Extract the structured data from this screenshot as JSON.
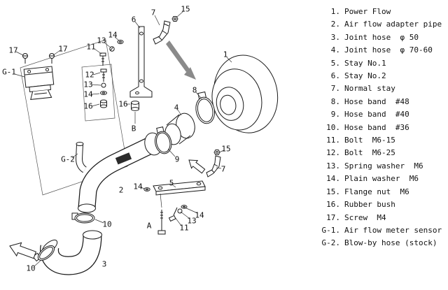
{
  "parts_list": {
    "items": [
      {
        "num": "1.",
        "label": "Power Flow"
      },
      {
        "num": "2.",
        "label": "Air flow adapter pipe"
      },
      {
        "num": "3.",
        "label": "Joint hose  φ 50"
      },
      {
        "num": "4.",
        "label": "Joint hose  φ 70-60"
      },
      {
        "num": "5.",
        "label": "Stay No.1"
      },
      {
        "num": "6.",
        "label": "Stay No.2"
      },
      {
        "num": "7.",
        "label": "Normal stay"
      },
      {
        "num": "8.",
        "label": "Hose band  #48"
      },
      {
        "num": "9.",
        "label": "Hose band  #40"
      },
      {
        "num": "10.",
        "label": "Hose band  #36"
      },
      {
        "num": "11.",
        "label": "Bolt  M6-15"
      },
      {
        "num": "12.",
        "label": "Bolt  M6-25"
      },
      {
        "num": "13.",
        "label": "Spring washer  M6"
      },
      {
        "num": "14.",
        "label": "Plain washer  M6"
      },
      {
        "num": "15.",
        "label": "Flange nut  M6"
      },
      {
        "num": "16.",
        "label": "Rubber bush"
      },
      {
        "num": "17.",
        "label": "Screw  M4"
      },
      {
        "num": "G-1.",
        "label": "Air flow meter sensor (stock)"
      },
      {
        "num": "G-2.",
        "label": "Blow-by hose (stock)"
      }
    ]
  },
  "diagram": {
    "callouts": [
      "15",
      "7",
      "6",
      "17",
      "17",
      "G-1",
      "11",
      "13",
      "14",
      "12",
      "13",
      "14",
      "16",
      "16",
      "B",
      "1",
      "8",
      "4",
      "9",
      "G-2",
      "2",
      "14",
      "5",
      "15",
      "7",
      "A",
      "11",
      "13",
      "14",
      "10",
      "3",
      "10"
    ]
  }
}
